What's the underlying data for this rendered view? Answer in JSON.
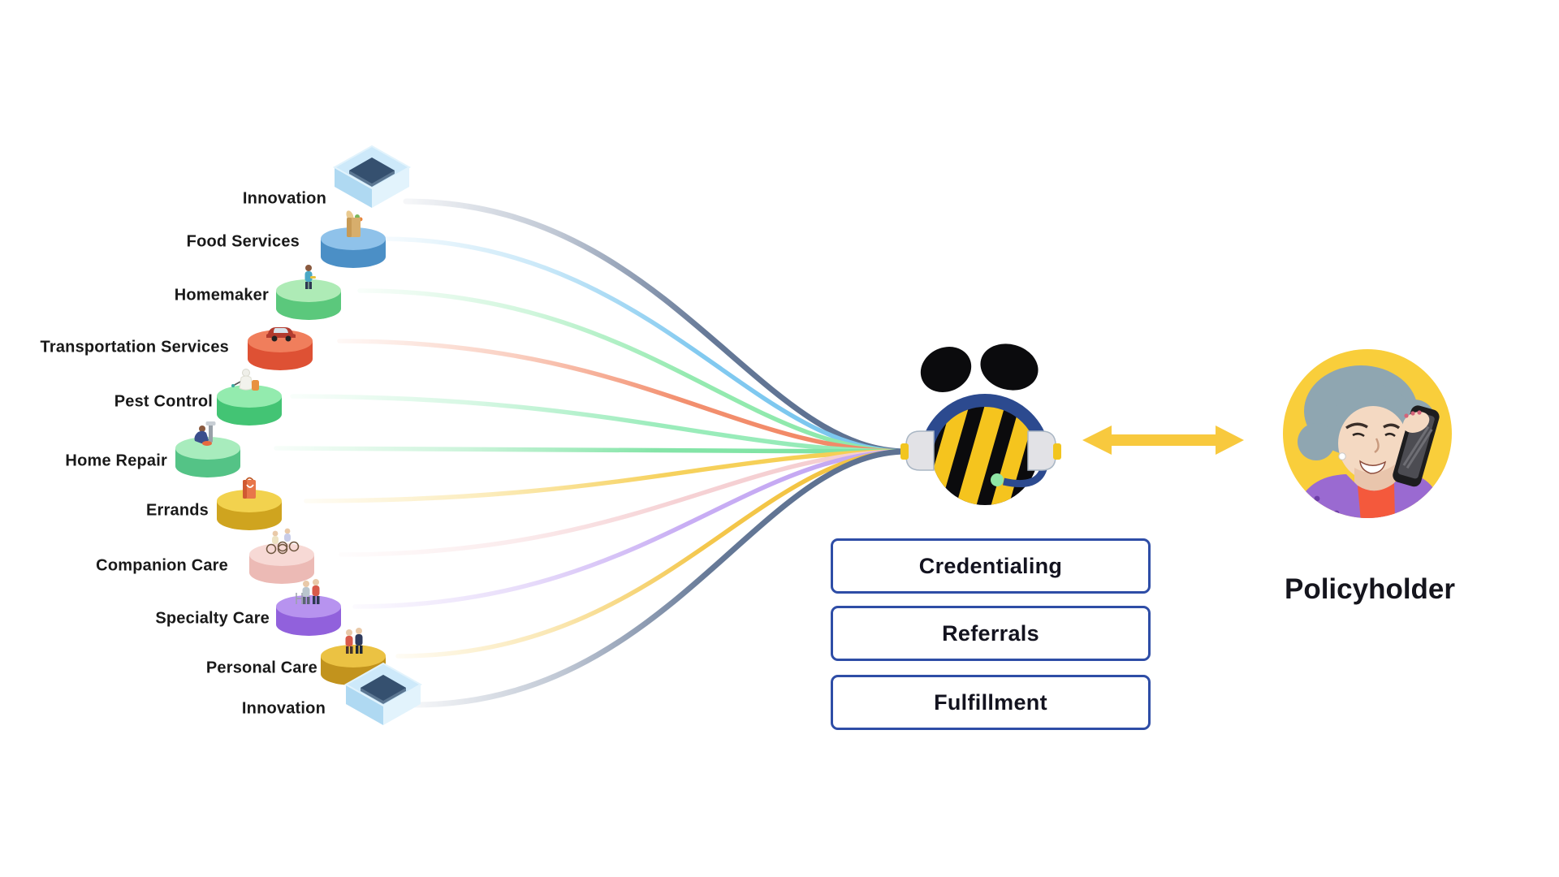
{
  "canvas": {
    "background": "#FFFFFF"
  },
  "services": [
    {
      "label": "Innovation",
      "icon": "innovation-box-icon",
      "line_color": "#5E7292",
      "platform_shape": "box",
      "platform_colors": {
        "wall": "#CDE9FA",
        "wall_light": "#E2F3FC",
        "wall_dark": "#AFD9F2",
        "interior": "#35506F"
      }
    },
    {
      "label": "Food Services",
      "icon": "grocery-bag-icon",
      "line_color": "#7CC7EF",
      "platform_shape": "cylinder",
      "platform_colors": {
        "top": "#8FC2EA",
        "side": "#4B8FC6"
      }
    },
    {
      "label": "Homemaker",
      "icon": "homemaker-person-icon",
      "line_color": "#8FE9AC",
      "platform_shape": "cylinder",
      "platform_colors": {
        "top": "#AEEBB6",
        "side": "#5BC87C"
      }
    },
    {
      "label": "Transportation Services",
      "icon": "car-icon",
      "line_color": "#F28A68",
      "platform_shape": "cylinder",
      "platform_colors": {
        "top": "#F07E5C",
        "side": "#DE5134"
      }
    },
    {
      "label": "Pest Control",
      "icon": "pest-control-worker-icon",
      "line_color": "#96EBB8",
      "platform_shape": "cylinder",
      "platform_colors": {
        "top": "#93EBAE",
        "side": "#43C474"
      }
    },
    {
      "label": "Home Repair",
      "icon": "repair-worker-icon",
      "line_color": "#7FE3A4",
      "platform_shape": "cylinder",
      "platform_colors": {
        "top": "#A8ECBD",
        "side": "#54C386"
      }
    },
    {
      "label": "Errands",
      "icon": "shopping-bag-icon",
      "line_color": "#F6CF55",
      "platform_shape": "cylinder",
      "platform_colors": {
        "top": "#F2D24E",
        "side": "#CFA41F"
      }
    },
    {
      "label": "Companion Care",
      "icon": "cyclists-icon",
      "line_color": "#F5CFD2",
      "platform_shape": "cylinder",
      "platform_colors": {
        "top": "#F7D9D5",
        "side": "#ECBAB5"
      }
    },
    {
      "label": "Specialty Care",
      "icon": "elderly-care-icon",
      "line_color": "#C5A9F3",
      "platform_shape": "cylinder",
      "platform_colors": {
        "top": "#B793EF",
        "side": "#9161DC"
      }
    },
    {
      "label": "Personal Care",
      "icon": "couple-icon",
      "line_color": "#F3C443",
      "platform_shape": "cylinder",
      "platform_colors": {
        "top": "#EBC243",
        "side": "#C2931D"
      }
    },
    {
      "label": "Innovation",
      "icon": "innovation-box-icon",
      "line_color": "#5E7292",
      "platform_shape": "box",
      "platform_colors": {
        "wall": "#CDE9FA",
        "wall_light": "#E2F3FC",
        "wall_dark": "#AFD9F2",
        "interior": "#35506F"
      }
    }
  ],
  "hub": {
    "name": "bee-call-agent",
    "body_color": "#0B0B0D",
    "stripe_color": "#F5C41E",
    "headband_color": "#2C4A8F",
    "earcup_color": "#E2E2E6",
    "earcup_edge": "#A9B6C4",
    "connector_color": "#F2C51F",
    "mic_color": "#8FE5A5",
    "wing_color": "#0B0B0D"
  },
  "process_boxes": [
    {
      "label": "Credentialing"
    },
    {
      "label": "Referrals"
    },
    {
      "label": "Fulfillment"
    }
  ],
  "arrow": {
    "color": "#F8C93E",
    "direction": "double"
  },
  "policyholder": {
    "label": "Policyholder",
    "circle_color": "#F9CE3B",
    "hair_color": "#8FA6B1",
    "skin_color": "#F4D9C2",
    "skin_shadow": "#E9C5AC",
    "sweater_color": "#9A6AD1",
    "top_color": "#F4593C",
    "phone_color": "#1D1D1F"
  }
}
